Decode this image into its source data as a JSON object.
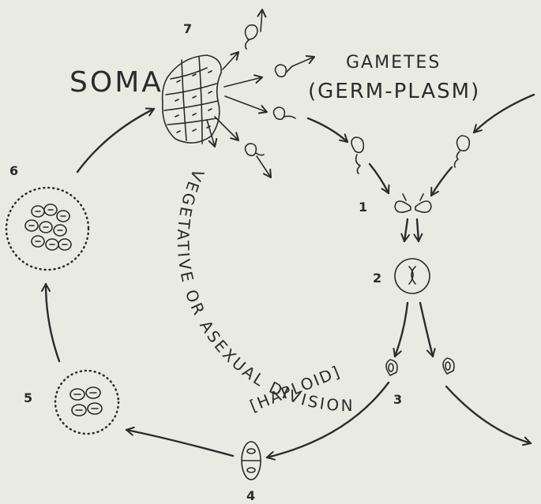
{
  "labels": {
    "soma": "SOMA",
    "gametes": "GAMETES",
    "germ_plasm": "(GERM-PLASM)",
    "cycle_text": "VEGETATIVE OR ASEXUAL DIVISION",
    "haploid": "[HAPLOID]"
  },
  "stages": {
    "s1": "1",
    "s2": "2",
    "s3": "3",
    "s4": "4",
    "s5": "5",
    "s6": "6",
    "s7": "7"
  },
  "colors": {
    "ink": "#2b2b2b",
    "paper": "#e9ebe2"
  }
}
